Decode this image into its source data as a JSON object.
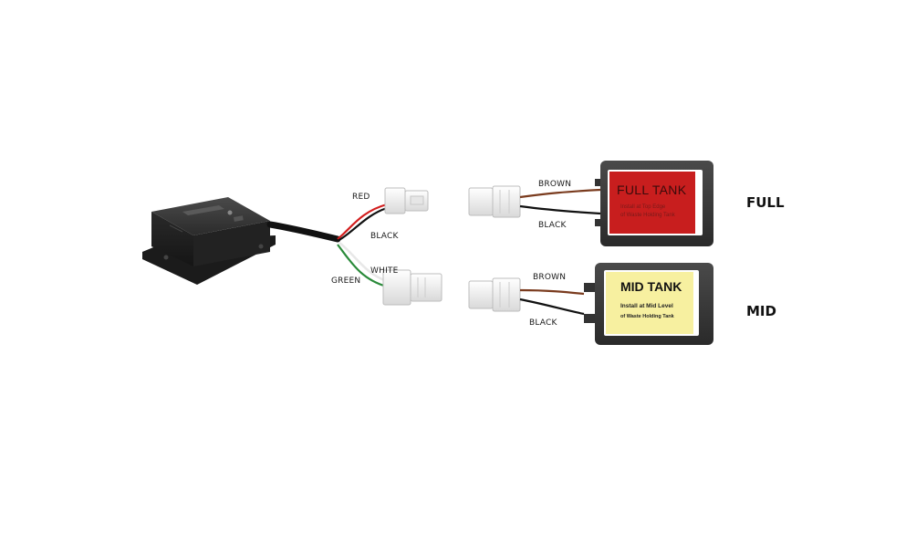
{
  "wire_labels": {
    "red": "RED",
    "black_controller": "BLACK",
    "white": "WHITE",
    "green": "GREEN",
    "brown_full": "BROWN",
    "black_full": "BLACK",
    "brown_mid": "BROWN",
    "black_mid": "BLACK"
  },
  "sensors": {
    "full": {
      "title": "FULL TANK",
      "line1": "Install at Top Edge",
      "line2": "of Waste Holding Tank",
      "side_label": "FULL",
      "face_color": "#c81e1e"
    },
    "mid": {
      "title": "MID TANK",
      "line1": "Install at Mid Level",
      "line2": "of Waste Holding Tank",
      "side_label": "MID",
      "face_color": "#f7f0a0"
    }
  },
  "colors": {
    "red_wire": "#d21e1e",
    "brown_wire": "#7a3b1e",
    "black_wire": "#111111",
    "white_wire": "#e8e8e8",
    "green_wire": "#2a8a3a",
    "controller_body": "#2a2a2a",
    "connector": "#f2f2f2"
  }
}
